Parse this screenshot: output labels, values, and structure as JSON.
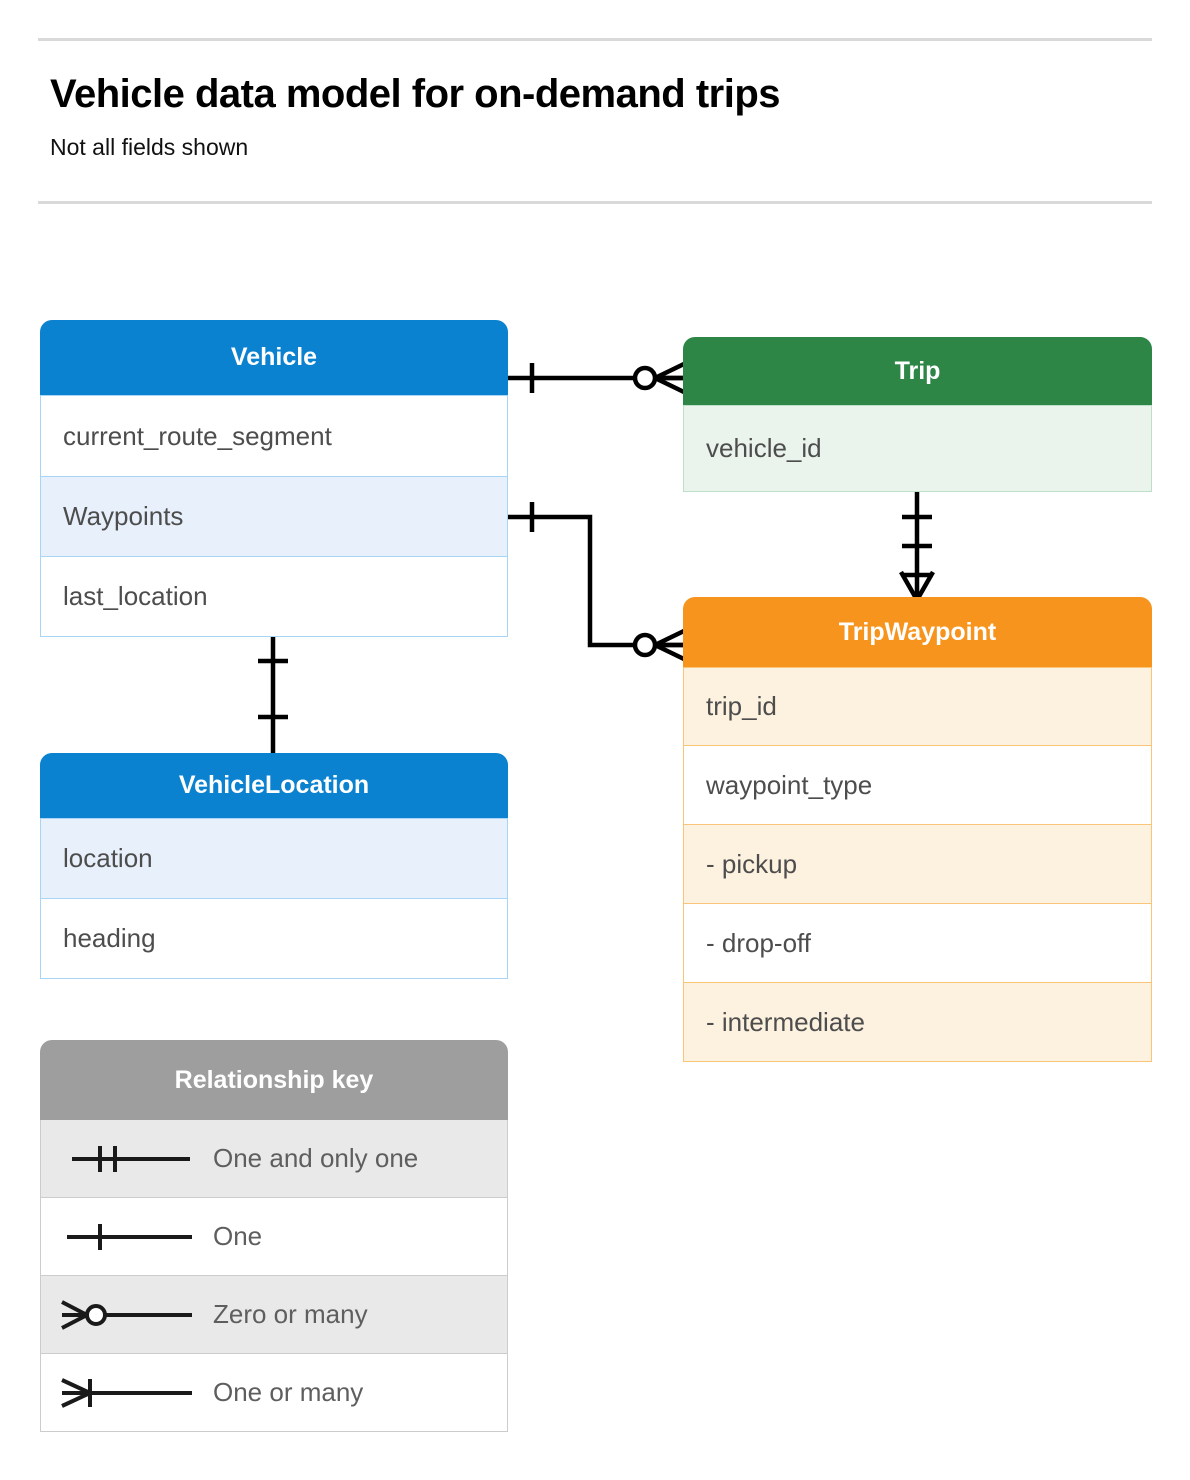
{
  "header": {
    "title": "Vehicle data model for on-demand trips",
    "subtitle": "Not all fields shown"
  },
  "colors": {
    "blue": "#0b82d0",
    "blue_row": "#e8f1fb",
    "blue_border": "#a8d4f5",
    "green": "#2d8646",
    "green_row": "#eaf4ed",
    "green_border": "#bfdfc9",
    "orange": "#f7941e",
    "orange_row": "#fdf1df",
    "orange_border": "#f8c579",
    "gray": "#9e9e9e",
    "gray_row": "#e9e9e9",
    "rule": "#d9d9d9",
    "connector": "#000000",
    "field_text": "#4d4d4d"
  },
  "entities": {
    "vehicle": {
      "title": "Vehicle",
      "fields": [
        {
          "label": "current_route_segment",
          "highlighted": false
        },
        {
          "label": "Waypoints",
          "highlighted": true
        },
        {
          "label": "last_location",
          "highlighted": false
        }
      ]
    },
    "trip": {
      "title": "Trip",
      "fields": [
        {
          "label": "vehicle_id",
          "highlighted": true
        }
      ]
    },
    "trip_waypoint": {
      "title": "TripWaypoint",
      "fields": [
        {
          "label": "trip_id",
          "highlighted": true
        },
        {
          "label": "waypoint_type",
          "highlighted": false
        },
        {
          "label": "  -  pickup",
          "highlighted": true
        },
        {
          "label": "  -  drop-off",
          "highlighted": false
        },
        {
          "label": "  -  intermediate",
          "highlighted": true
        }
      ]
    },
    "vehicle_location": {
      "title": "VehicleLocation",
      "fields": [
        {
          "label": "location",
          "highlighted": true
        },
        {
          "label": "heading",
          "highlighted": false
        }
      ]
    }
  },
  "legend": {
    "title": "Relationship key",
    "items": [
      {
        "symbol": "one-and-only-one-symbol",
        "label": "One and only one"
      },
      {
        "symbol": "one-symbol",
        "label": "One"
      },
      {
        "symbol": "zero-or-many-symbol",
        "label": "Zero or many"
      },
      {
        "symbol": "one-or-many-symbol",
        "label": "One or many"
      }
    ]
  },
  "relationships": [
    {
      "from": "Vehicle",
      "to": "Trip",
      "from_cardinality": "One",
      "to_cardinality": "Zero or many"
    },
    {
      "from": "Vehicle.Waypoints",
      "to": "TripWaypoint",
      "from_cardinality": "One",
      "to_cardinality": "Zero or many"
    },
    {
      "from": "Trip",
      "to": "TripWaypoint",
      "from_cardinality": "One and only one",
      "to_cardinality": "One or many"
    },
    {
      "from": "Vehicle",
      "to": "VehicleLocation",
      "from_cardinality": "One",
      "to_cardinality": "One"
    }
  ]
}
